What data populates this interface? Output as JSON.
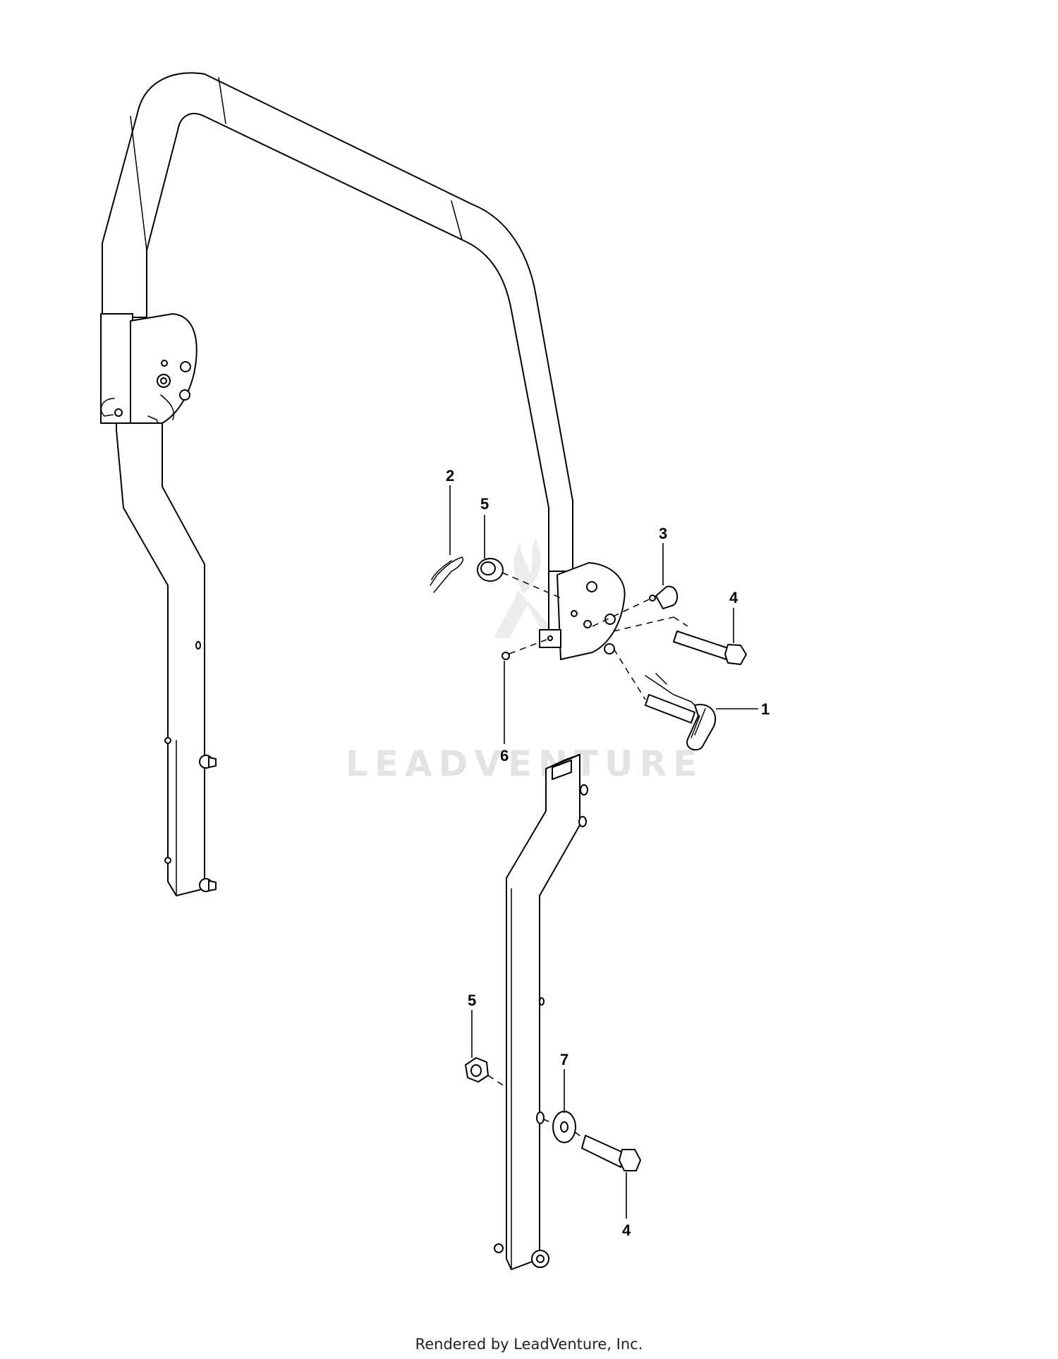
{
  "watermark": {
    "text": "LEADVENTURE"
  },
  "footer": {
    "text": "Rendered by LeadVenture, Inc."
  },
  "callouts": [
    {
      "id": "c1",
      "label": "1"
    },
    {
      "id": "c2",
      "label": "2"
    },
    {
      "id": "c3",
      "label": "3"
    },
    {
      "id": "c4a",
      "label": "4"
    },
    {
      "id": "c4b",
      "label": "4"
    },
    {
      "id": "c5a",
      "label": "5"
    },
    {
      "id": "c5b",
      "label": "5"
    },
    {
      "id": "c6",
      "label": "6"
    },
    {
      "id": "c7",
      "label": "7"
    }
  ]
}
